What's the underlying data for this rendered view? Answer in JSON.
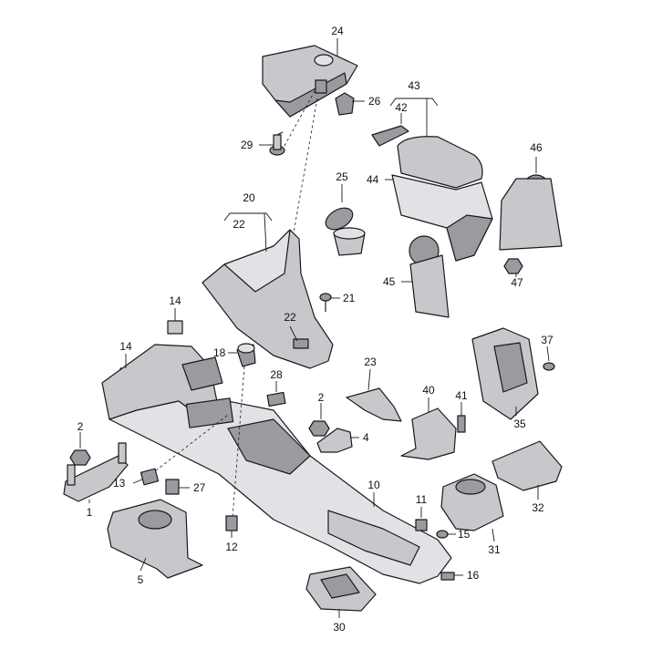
{
  "colors": {
    "part_fill": "#c8c8cc",
    "part_dark": "#9a9aa0",
    "part_light": "#e2e2e6",
    "line": "#1a1a1a",
    "background": "#ffffff"
  },
  "callouts": [
    {
      "id": "1",
      "text": "1"
    },
    {
      "id": "2a",
      "text": "2"
    },
    {
      "id": "2b",
      "text": "2"
    },
    {
      "id": "4",
      "text": "4"
    },
    {
      "id": "5",
      "text": "5"
    },
    {
      "id": "10",
      "text": "10"
    },
    {
      "id": "11",
      "text": "11"
    },
    {
      "id": "12",
      "text": "12"
    },
    {
      "id": "13",
      "text": "13"
    },
    {
      "id": "14a",
      "text": "14"
    },
    {
      "id": "14b",
      "text": "14"
    },
    {
      "id": "15",
      "text": "15"
    },
    {
      "id": "16",
      "text": "16"
    },
    {
      "id": "18",
      "text": "18"
    },
    {
      "id": "20",
      "text": "20"
    },
    {
      "id": "21",
      "text": "21"
    },
    {
      "id": "22a",
      "text": "22"
    },
    {
      "id": "22b",
      "text": "22"
    },
    {
      "id": "23",
      "text": "23"
    },
    {
      "id": "24",
      "text": "24"
    },
    {
      "id": "25",
      "text": "25"
    },
    {
      "id": "26",
      "text": "26"
    },
    {
      "id": "27",
      "text": "27"
    },
    {
      "id": "28",
      "text": "28"
    },
    {
      "id": "29",
      "text": "29"
    },
    {
      "id": "30",
      "text": "30"
    },
    {
      "id": "31",
      "text": "31"
    },
    {
      "id": "32",
      "text": "32"
    },
    {
      "id": "35",
      "text": "35"
    },
    {
      "id": "37",
      "text": "37"
    },
    {
      "id": "40",
      "text": "40"
    },
    {
      "id": "41",
      "text": "41"
    },
    {
      "id": "42",
      "text": "42"
    },
    {
      "id": "43",
      "text": "43"
    },
    {
      "id": "44",
      "text": "44"
    },
    {
      "id": "45",
      "text": "45"
    },
    {
      "id": "46",
      "text": "46"
    },
    {
      "id": "47",
      "text": "47"
    }
  ]
}
